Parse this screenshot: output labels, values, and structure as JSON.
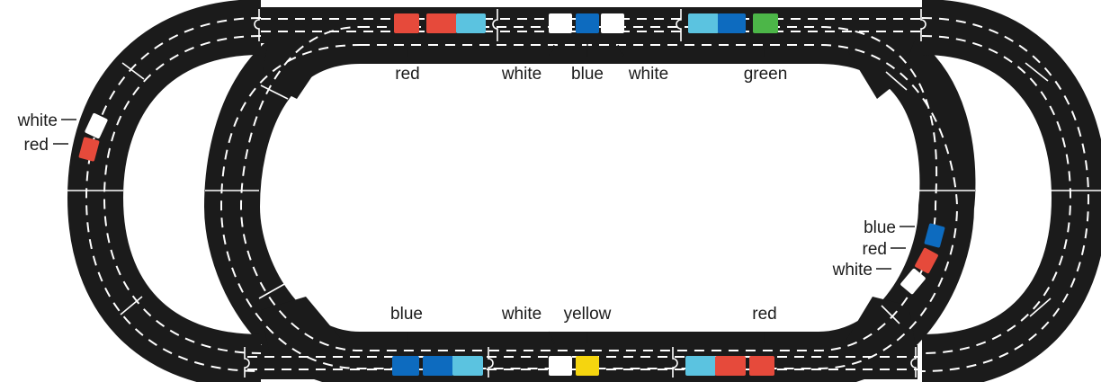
{
  "colors": {
    "track": "#1b1b1b",
    "markings": "#ffffff",
    "red": "#e64a3b",
    "blue": "#0d6bbf",
    "light_blue": "#5bc3e0",
    "white": "#ffffff",
    "green": "#4cb648",
    "yellow": "#f5d50f"
  },
  "train_labels": {
    "top_left": [
      "red"
    ],
    "top_middle": [
      "white",
      "blue",
      "white"
    ],
    "top_right": [
      "green"
    ],
    "bottom_left": [
      "blue"
    ],
    "bottom_middle": [
      "white",
      "yellow"
    ],
    "bottom_right": [
      "red"
    ],
    "outer_left": [
      "white",
      "red"
    ],
    "inner_right": [
      "blue",
      "red",
      "white"
    ]
  },
  "cars": {
    "top_left": [
      "red",
      "red",
      "light_blue"
    ],
    "top_middle": [
      "white",
      "blue",
      "white"
    ],
    "top_right": [
      "light_blue",
      "blue",
      "green"
    ],
    "bottom_left": [
      "blue",
      "blue",
      "light_blue"
    ],
    "bottom_middle": [
      "white",
      "yellow"
    ],
    "bottom_right": [
      "light_blue",
      "red",
      "red"
    ],
    "outer_left": [
      "white",
      "red"
    ],
    "inner_right": [
      "blue",
      "red",
      "white"
    ]
  }
}
